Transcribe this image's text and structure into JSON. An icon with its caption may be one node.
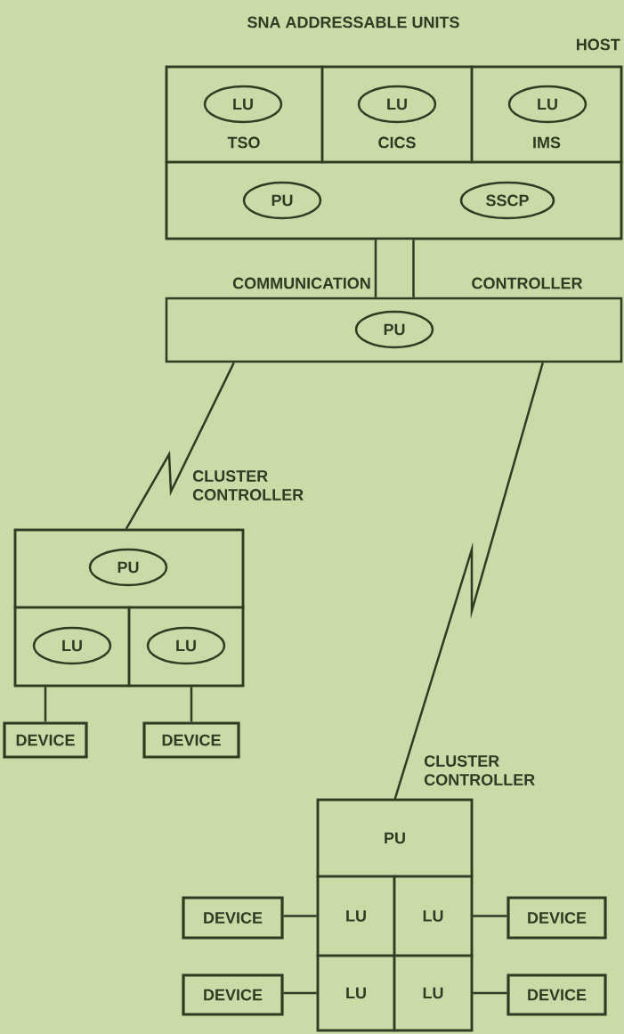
{
  "diagram": {
    "title": "SNA ADDRESSABLE UNITS",
    "nodes": [
      {
        "text": [
          "HOST"
        ]
      },
      {
        "text": [
          "TSO"
        ],
        "in": 0
      },
      {
        "text": [
          "LU"
        ],
        "in": 1
      },
      {
        "text": [
          "CICS"
        ],
        "in": 0
      },
      {
        "text": [
          "LU"
        ],
        "in": 3
      },
      {
        "text": [
          "IMS"
        ],
        "in": 0
      },
      {
        "text": [
          "LU"
        ],
        "in": 5
      },
      {
        "text": [],
        "shape": "box",
        "in": 0
      },
      {
        "text": [
          "PU"
        ],
        "in": 7
      },
      {
        "text": [
          "SSCP"
        ],
        "in": 7
      },
      {
        "text": [
          "COMMUNICATION",
          "CONTROLLER"
        ]
      },
      {
        "text": [
          "PU"
        ],
        "in": 10
      },
      {
        "text": [
          "CLUSTER CONTROLLER"
        ]
      },
      {
        "text": [],
        "shape": "box",
        "in": 12
      },
      {
        "text": [
          "PU"
        ],
        "in": 13
      },
      {
        "text": [],
        "shape": "box",
        "in": 12
      },
      {
        "text": [
          "LU"
        ],
        "in": 15
      },
      {
        "text": [],
        "shape": "box",
        "in": 12
      },
      {
        "text": [
          "LU"
        ],
        "in": 17
      },
      {
        "text": [
          "DEVICE"
        ]
      },
      {
        "text": [
          "DEVICE"
        ]
      },
      {
        "text": [
          "CLUSTER CONTROLLER"
        ]
      },
      {
        "text": [
          "PU"
        ],
        "in": 21
      },
      {
        "text": [
          "LU"
        ],
        "in": 21
      },
      {
        "text": [
          "LU"
        ],
        "in": 21
      },
      {
        "text": [
          "LU"
        ],
        "in": 21
      },
      {
        "text": [
          "LU"
        ],
        "in": 21
      },
      {
        "text": [
          "DEVICE"
        ]
      },
      {
        "text": [
          "DEVICE"
        ]
      },
      {
        "text": [
          "DEVICE"
        ]
      },
      {
        "text": [
          "DEVICE"
        ]
      }
    ],
    "edges": [
      {
        "from": 0,
        "to": 10,
        "arrow": "none",
        "style": "thick"
      },
      {
        "from": 10,
        "to": 12,
        "arrow": "none"
      },
      {
        "from": 10,
        "to": 21,
        "arrow": "none"
      },
      {
        "from": 15,
        "to": 19,
        "arrow": "none"
      },
      {
        "from": 17,
        "to": 20,
        "arrow": "none"
      },
      {
        "from": 23,
        "to": 27,
        "arrow": "none"
      },
      {
        "from": 24,
        "to": 28,
        "arrow": "none"
      },
      {
        "from": 25,
        "to": 29,
        "arrow": "none"
      },
      {
        "from": 26,
        "to": 30,
        "arrow": "none"
      }
    ]
  }
}
